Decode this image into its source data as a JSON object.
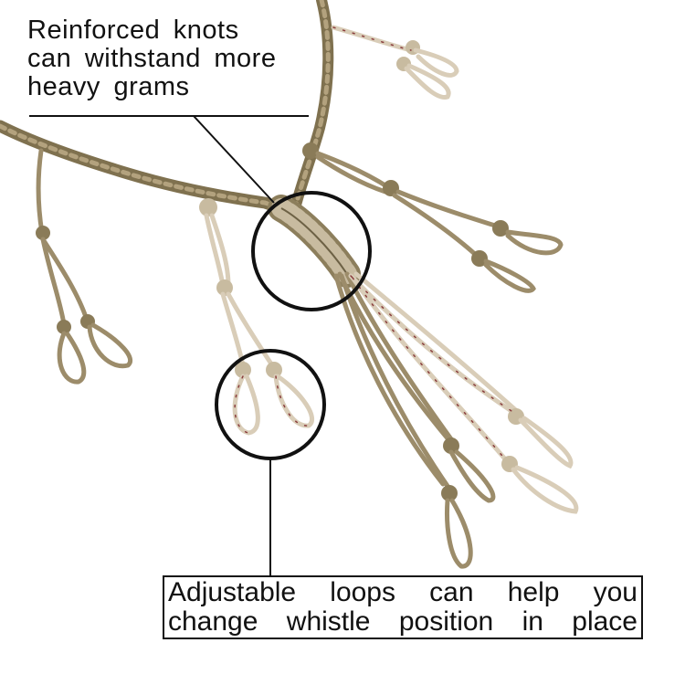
{
  "image": {
    "subject": "braided tan paracord duck call lanyard",
    "colors": {
      "cord_tan": "#9c8c6a",
      "cord_dark": "#7f714f",
      "cord_light": "#d9cdb8",
      "fleck": "#8a3d3d",
      "line": "#111111",
      "background": "#ffffff"
    }
  },
  "callouts": {
    "top": {
      "line1": "Reinforced knots",
      "line2": "can withstand more",
      "line3": "heavy grams"
    },
    "bottom": {
      "line1": "Adjustable loops can help you",
      "line2": "change whistle position in place"
    }
  }
}
